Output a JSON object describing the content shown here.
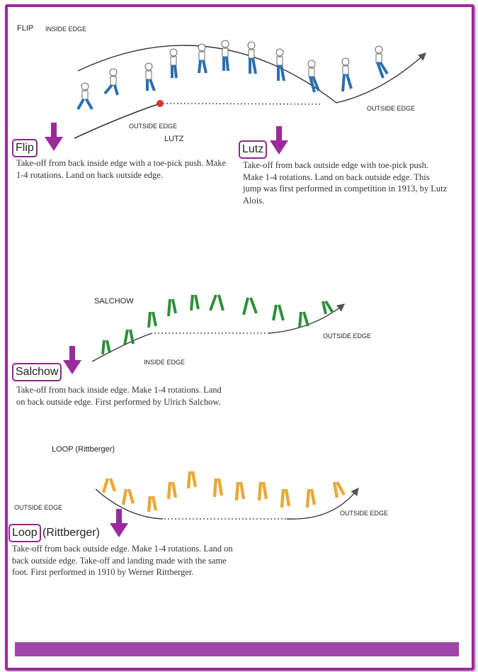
{
  "sections": {
    "flip": {
      "diagram_title": "FLIP",
      "diagram_subtitle": "INSIDE EDGE",
      "takeoff_edge": "OUTSIDE EDGE",
      "lutz_label": "LUTZ",
      "landing_edge": "OUTSIDE EDGE",
      "title": "Flip",
      "description": "Take-off from back inside edge with a toe-pick push. Make 1-4 rotations. Land on back outside edge.",
      "figure_color": "#2a6fb0"
    },
    "lutz": {
      "title": "Lutz",
      "description": "Take-off from back outside edge with toe-pick push. Make 1-4 rotations. Land on back outside edge. This jump was first performed in competition in 1913, by Lutz Alois."
    },
    "salchow": {
      "diagram_title": "SALCHOW",
      "takeoff_edge": "INSIDE EDGE",
      "landing_edge": "OUTSIDE EDGE",
      "title": "Salchow",
      "description": "Take-off from back inside edge. Make 1-4 rotations. Land on back outside edge. First performed by Ulrich Salchow.",
      "figure_color": "#2f8f3a"
    },
    "loop": {
      "diagram_title": "LOOP (Rittberger)",
      "takeoff_edge": "OUTSIDE EDGE",
      "landing_edge": "OUTSIDE EDGE",
      "title": "Loop",
      "title_suffix": "(Rittberger)",
      "description": "Take-off from back outside edge. Make 1-4 rotations. Land on back outside edge. Take-off and landing made with the same foot. First performed in 1910 by Werner Rittberger.",
      "figure_color": "#e8a93a"
    }
  },
  "colors": {
    "frame": "#9b2a9b",
    "arrow": "#9b2a9b",
    "footer": "#a046a8",
    "marker": "#d8352a"
  }
}
